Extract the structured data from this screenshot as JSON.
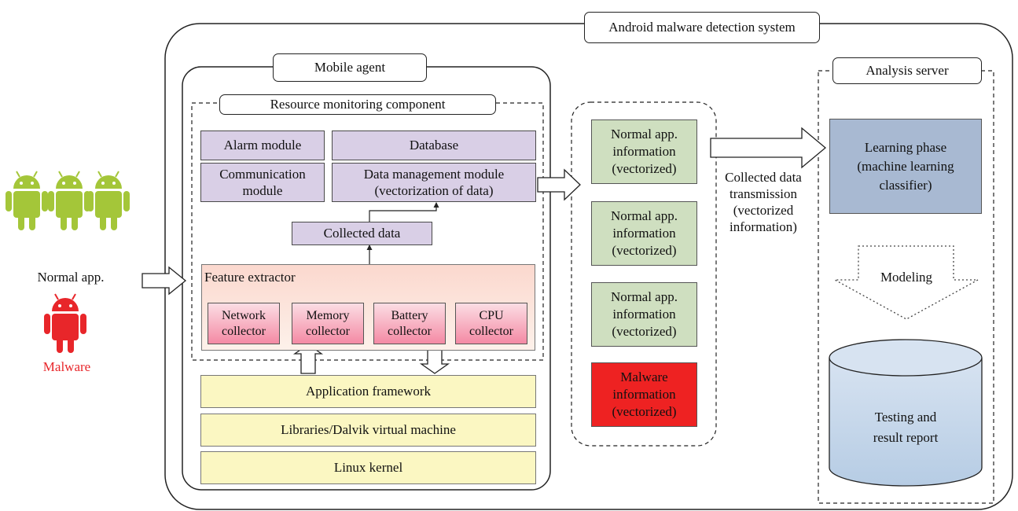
{
  "title": "Android malware detection system",
  "mobile_agent": {
    "title": "Mobile agent",
    "resource_monitoring": {
      "title": "Resource monitoring component",
      "alarm_module": "Alarm module",
      "database": "Database",
      "communication_module": "Communication\nmodule",
      "data_management_module": "Data management module\n(vectorization of data)",
      "collected_data": "Collected data",
      "feature_extractor": {
        "title": "Feature extractor",
        "collectors": [
          "Network\ncollector",
          "Memory\ncollector",
          "Battery\ncollector",
          "CPU\ncollector"
        ]
      }
    },
    "layers": [
      "Application framework",
      "Libraries/Dalvik virtual machine",
      "Linux kernel"
    ]
  },
  "apps": {
    "normal_label": "Normal app.",
    "malware_label": "Malware",
    "colors": {
      "android_green": "#a4c639",
      "malware_red": "#e8262a"
    }
  },
  "transmission": {
    "items": [
      "Normal app.\ninformation\n(vectorized)",
      "Normal app.\ninformation\n(vectorized)",
      "Normal app.\ninformation\n(vectorized)",
      "Malware\ninformation\n(vectorized)"
    ],
    "label": "Collected data\ntransmission\n(vectorized\ninformation)"
  },
  "analysis_server": {
    "title": "Analysis server",
    "learning_phase": "Learning phase\n(machine learning\nclassifier)",
    "modeling": "Modeling",
    "testing": "Testing and\nresult report"
  }
}
